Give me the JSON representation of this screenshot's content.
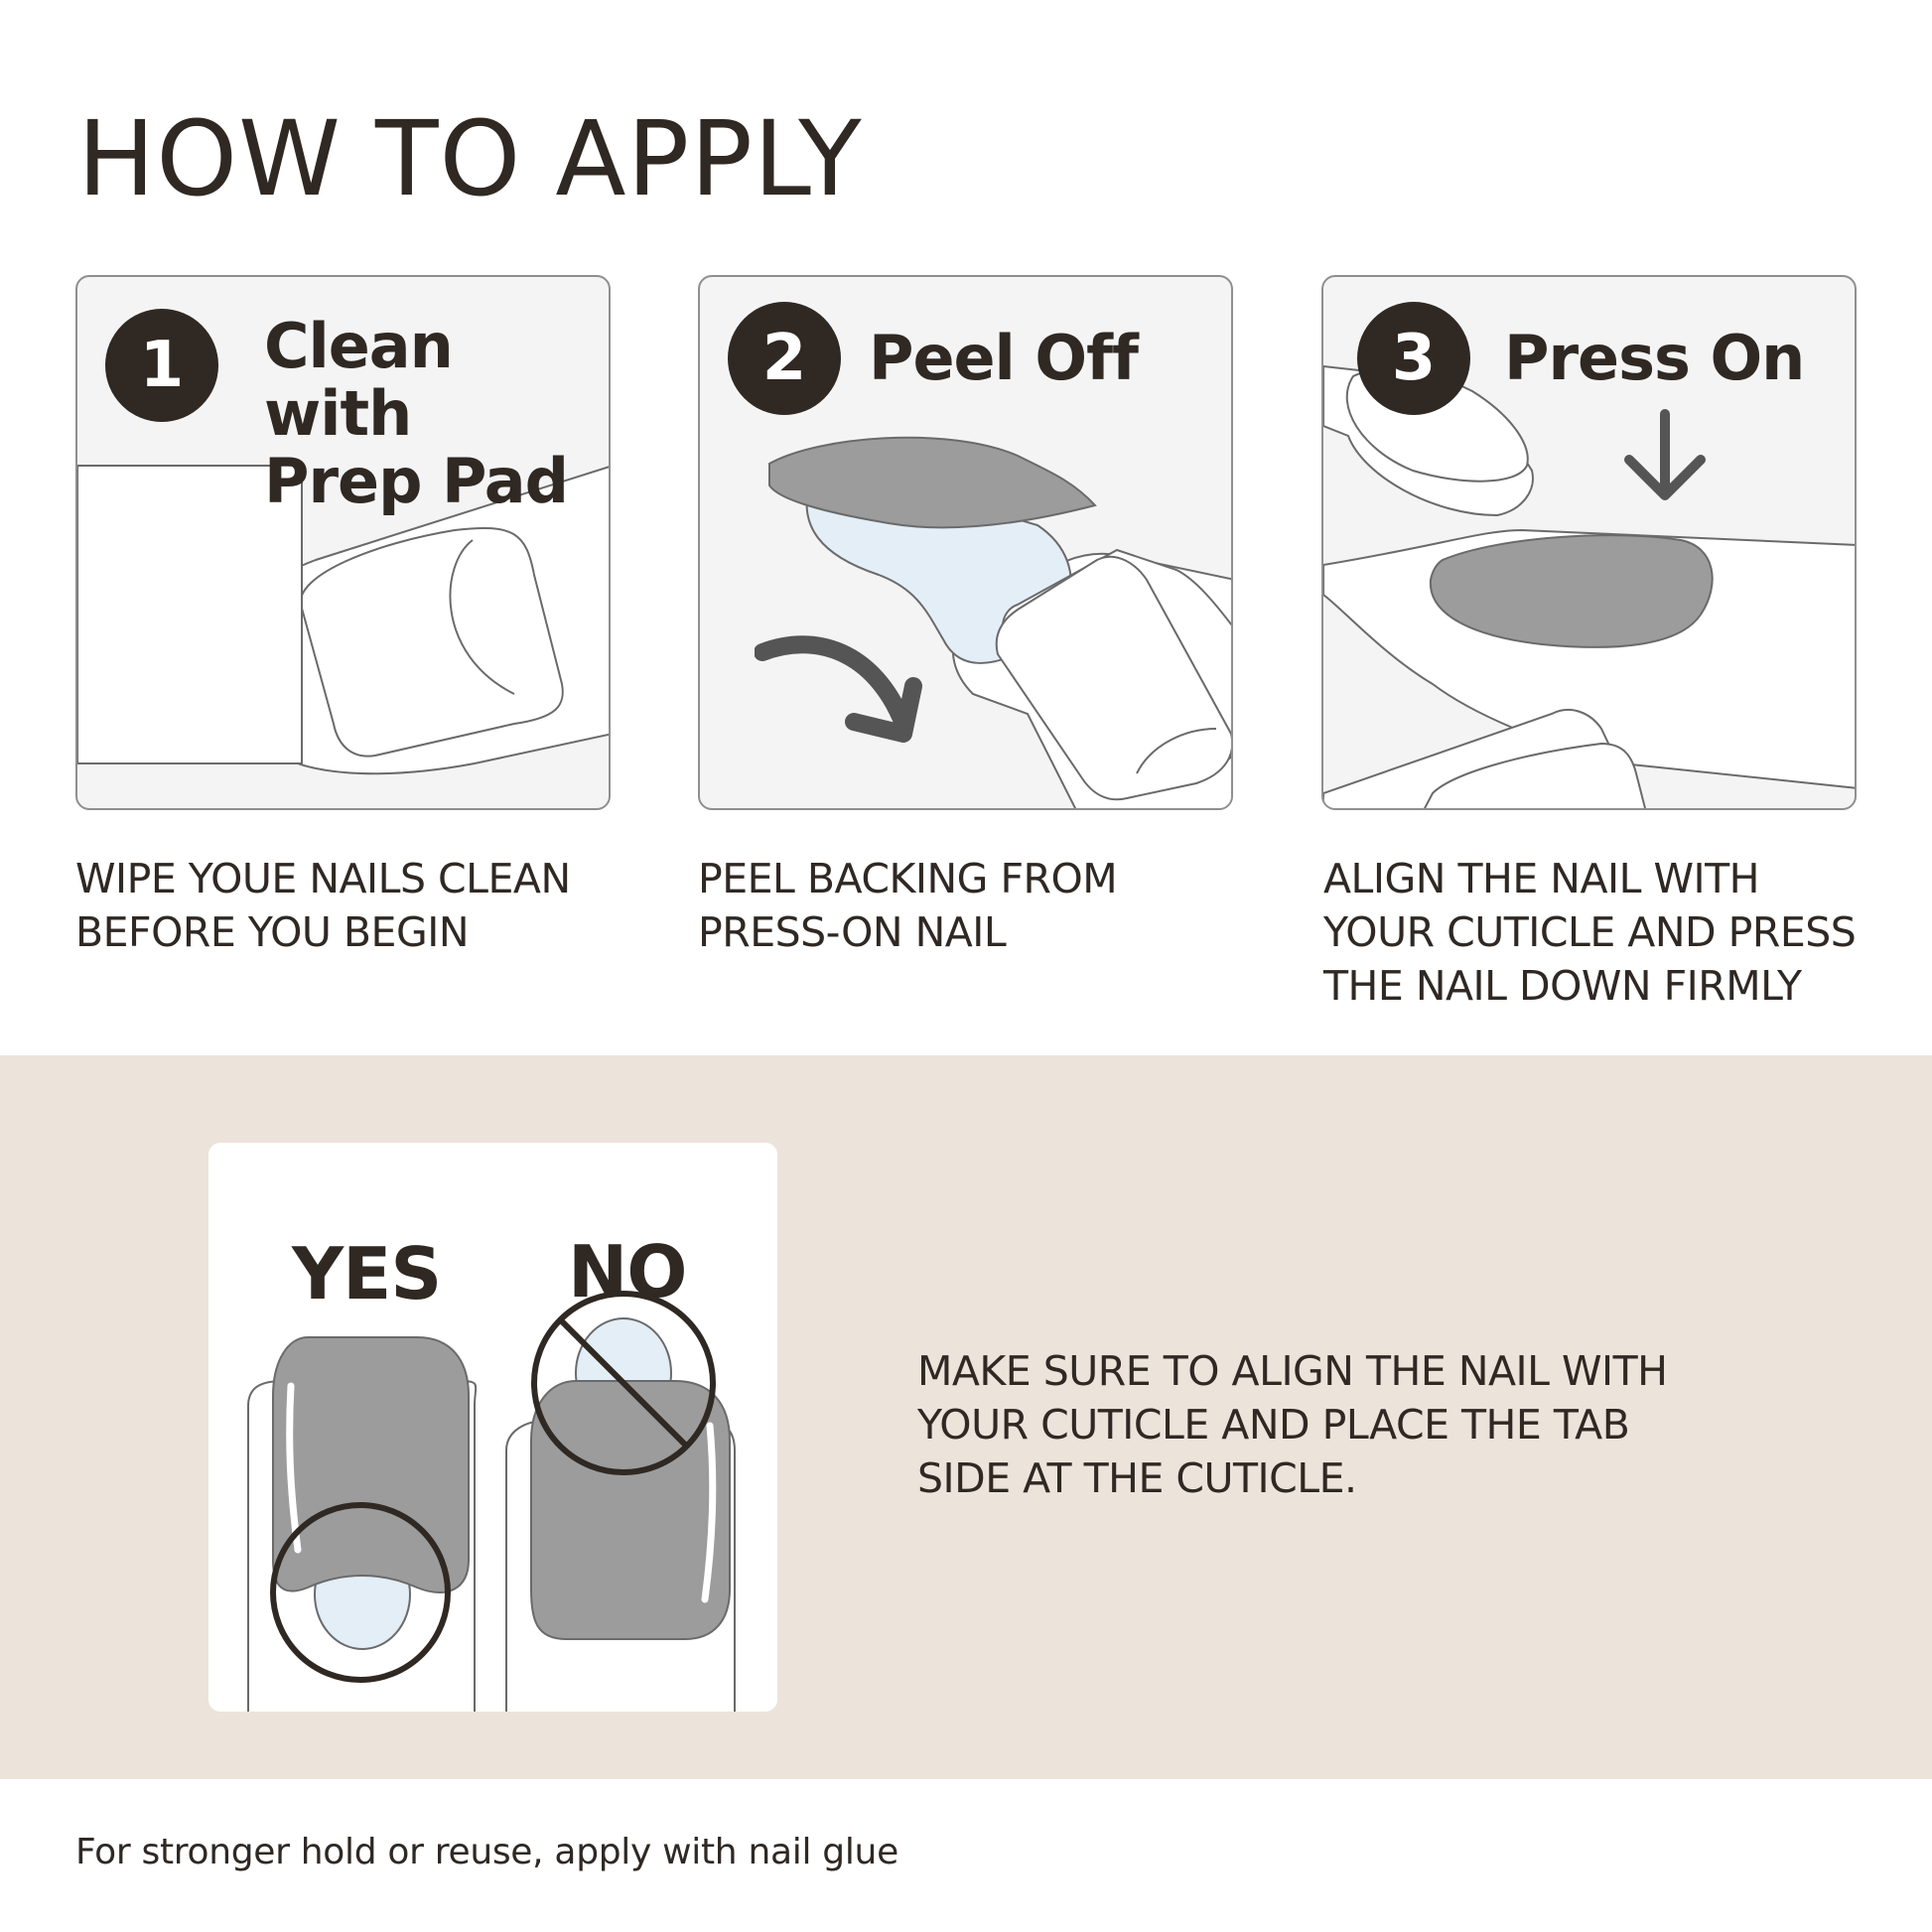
{
  "header": {
    "title": "HOW TO APPLY"
  },
  "steps": [
    {
      "number": "1",
      "title_line1": "Clean with",
      "title_line2": "Prep Pad",
      "caption_line1": "WIPE YOUE NAILS CLEAN",
      "caption_line2": "BEFORE YOU BEGIN"
    },
    {
      "number": "2",
      "title_line1": "Peel Off",
      "caption_line1": "PEEL BACKING FROM",
      "caption_line2": "PRESS-ON NAIL"
    },
    {
      "number": "3",
      "title_line1": "Press On",
      "caption_line1": "ALIGN THE NAIL WITH",
      "caption_line2": "YOUR CUTICLE AND PRESS",
      "caption_line3": "THE NAIL DOWN FIRMLY"
    }
  ],
  "alignment": {
    "yes_label": "YES",
    "no_label": "NO",
    "tip_line1": "MAKE SURE TO ALIGN THE NAIL WITH",
    "tip_line2": "YOUR CUTICLE AND PLACE THE TAB",
    "tip_line3": "SIDE AT THE CUTICLE."
  },
  "footer": {
    "note": "For stronger hold or reuse, apply with nail glue"
  },
  "colors": {
    "text_dark": "#2f2823",
    "panel_bg": "#f4f4f4",
    "band_bg": "#ece4da",
    "nail_gray": "#9c9c9c",
    "tab_blue": "#e3eef7"
  },
  "icons": [
    "hand-cleaning-illustration",
    "peel-off-illustration",
    "curved-arrow-icon",
    "press-on-illustration",
    "down-arrow-icon",
    "circle-highlight-icon",
    "prohibited-icon"
  ]
}
